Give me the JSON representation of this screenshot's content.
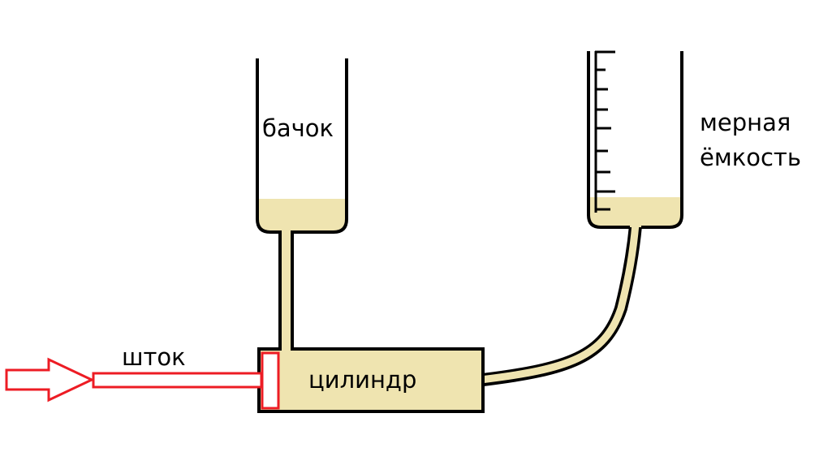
{
  "labels": {
    "tank": "бачок",
    "measuring_vessel_line1": "мерная",
    "measuring_vessel_line2": "ёмкость",
    "rod": "шток",
    "cylinder": "цилиндр"
  },
  "colors": {
    "liquid": "#efe4b0",
    "outline": "#000000",
    "piston": "#ed1c24"
  },
  "measuring_scale_ticks": 9
}
